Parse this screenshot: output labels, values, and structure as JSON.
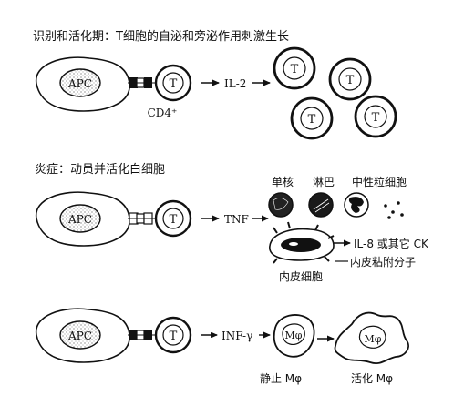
{
  "sections": [
    {
      "heading": "识别和活化期：T细胞的自泌和旁泌作用刺激生长",
      "apc": "APC",
      "t_cell": "T",
      "cd4": "CD4⁺",
      "signal": "IL-2",
      "products": [
        "T",
        "T",
        "T",
        "T"
      ]
    },
    {
      "heading": "炎症：动员并活化白细胞",
      "apc": "APC",
      "t_cell": "T",
      "signal": "TNF",
      "leukocytes": [
        "单核",
        "淋巴",
        "中性粒细胞"
      ],
      "endothelial_label": "内皮细胞",
      "outputs": [
        "IL-8 或其它 CK",
        "内皮粘附分子"
      ]
    },
    {
      "apc": "APC",
      "t_cell": "T",
      "signal": "INF-γ",
      "resting": {
        "cell": "Mφ",
        "label": "静止 Mφ"
      },
      "activated": {
        "cell": "Mφ",
        "label": "活化 Mφ"
      }
    }
  ]
}
